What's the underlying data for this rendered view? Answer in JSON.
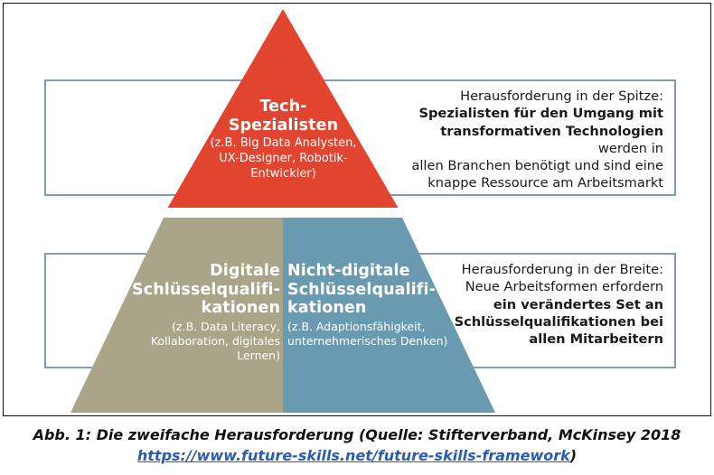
{
  "figure": {
    "pyramid": {
      "tiers": [
        {
          "id": "tech-spezialisten",
          "color": "#E2452F",
          "title_line1": "Tech-",
          "title_line2": "Spezialisten",
          "subtitle_line1": "(z.B. Big Data Analysten,",
          "subtitle_line2": "UX-Designer, Robotik-",
          "subtitle_line3": "Entwickler)"
        },
        {
          "id": "digitale-schluesselqualifikationen",
          "color": "#AAA489",
          "title_line1": "Digitale",
          "title_line2": "Schlüsselqualifi-",
          "title_line3": "kationen",
          "subtitle_line1": "(z.B. Data Literacy,",
          "subtitle_line2": "Kollaboration, digitales Lernen)"
        },
        {
          "id": "nicht-digitale-schluesselqualifikationen",
          "color": "#6A9AAF",
          "title_line1": "Nicht-digitale",
          "title_line2": "Schlüsselqualifi-",
          "title_line3": "kationen",
          "subtitle_line1": "(z.B. Adaptionsfähigkeit,",
          "subtitle_line2": "unternehmerisches Denken)"
        }
      ]
    },
    "challenges": [
      {
        "id": "challenge-spitze",
        "line1_normal": "Herausforderung in der Spitze:",
        "line2_bold": "Spezialisten für den Umgang mit",
        "line3_bold": "transformativen Technologien",
        "line3_normal": " werden in",
        "line4_normal": "allen Branchen benötigt und sind eine",
        "line5_normal": "knappe Ressource am Arbeitsmarkt"
      },
      {
        "id": "challenge-breite",
        "line1_normal": "Herausforderung in der Breite:",
        "line2_normal": "Neue Arbeitsformen erfordern",
        "line3_bold": "ein verändertes Set an",
        "line4_bold": "Schlüsselqualifikationen bei",
        "line5_bold": "allen Mitarbeitern"
      }
    ],
    "box_border_color": "#7f9db9"
  },
  "caption": {
    "line1": "Abb. 1: Die zweifache Herausforderung (Quelle: Stifterverband, McKinsey 2018",
    "link_text": "https://www.future-skills.net/future-skills-framework",
    "closing_paren": ")",
    "link_color": "#2a5db0"
  }
}
